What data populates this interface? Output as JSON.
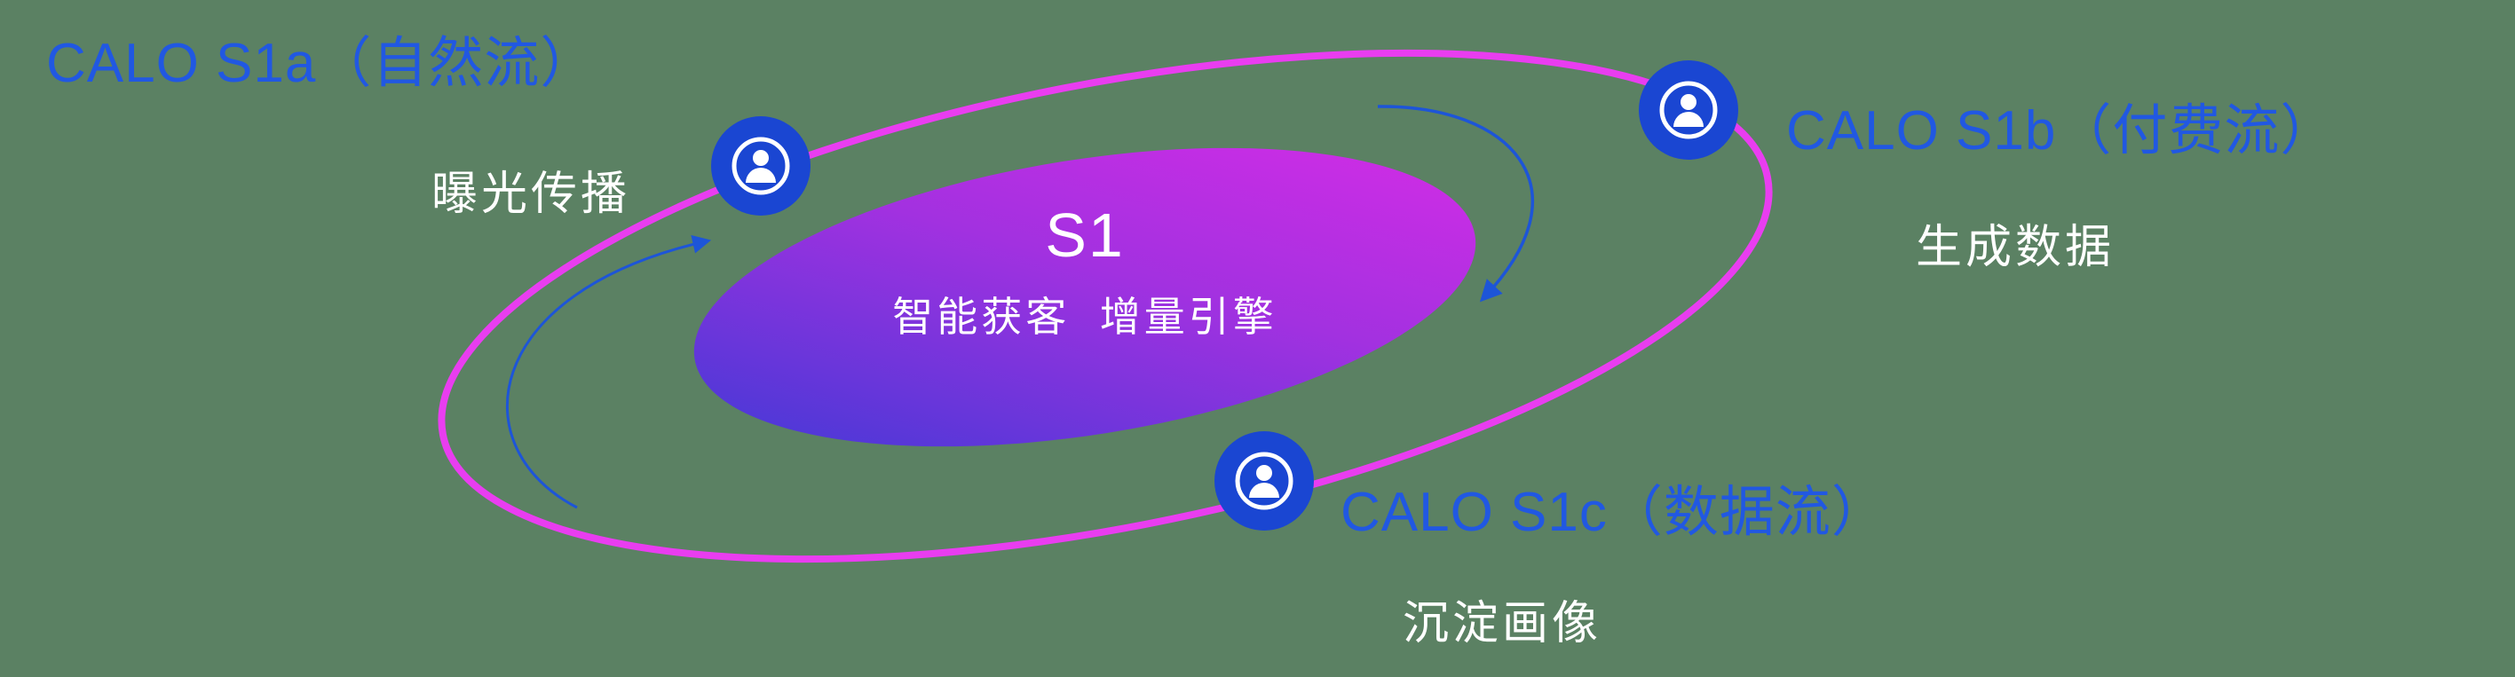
{
  "background_color": "#5b8163",
  "center": {
    "title": "S1",
    "subtitle": "智能获客  增量引擎"
  },
  "nodes": [
    {
      "id": "s1a",
      "label": "CALO S1a（自然流）",
      "sublabel": "曝光传播"
    },
    {
      "id": "s1b",
      "label": "CALO S1b（付费流）",
      "sublabel": "生成数据"
    },
    {
      "id": "s1c",
      "label": "CALO S1c（数据流）",
      "sublabel": "沉淀画像"
    }
  ],
  "icons": {
    "node_icon": "person-icon"
  },
  "colors": {
    "label_blue": "#2158e2",
    "orbit_pink": "#e93df0",
    "node_blue": "#1a46d2",
    "center_gradient_start": "#4339d6",
    "center_gradient_end": "#d62ce6",
    "arrow_blue": "#1d55d8",
    "text_white": "#ffffff"
  }
}
